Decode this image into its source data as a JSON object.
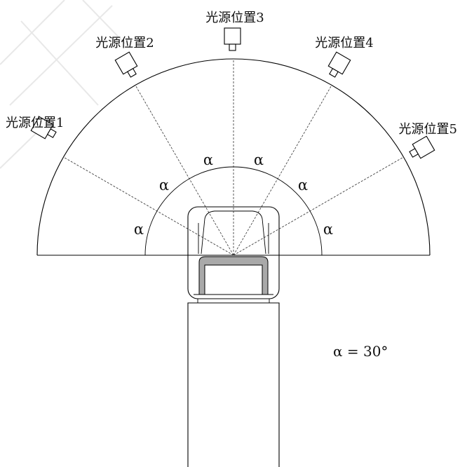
{
  "light_sources": [
    {
      "label": "光源位置1"
    },
    {
      "label": "光源位置2"
    },
    {
      "label": "光源位置3"
    },
    {
      "label": "光源位置4"
    },
    {
      "label": "光源位置5"
    }
  ],
  "angle_labels": [
    "α",
    "α",
    "α",
    "α",
    "α",
    "α"
  ],
  "angle_note": "α = 30°",
  "icons": {
    "light_source": "light-source-icon"
  },
  "colors": {
    "line": "#000000",
    "gray_fill": "#a9a9a9",
    "watermark": "#e8e8e8"
  }
}
